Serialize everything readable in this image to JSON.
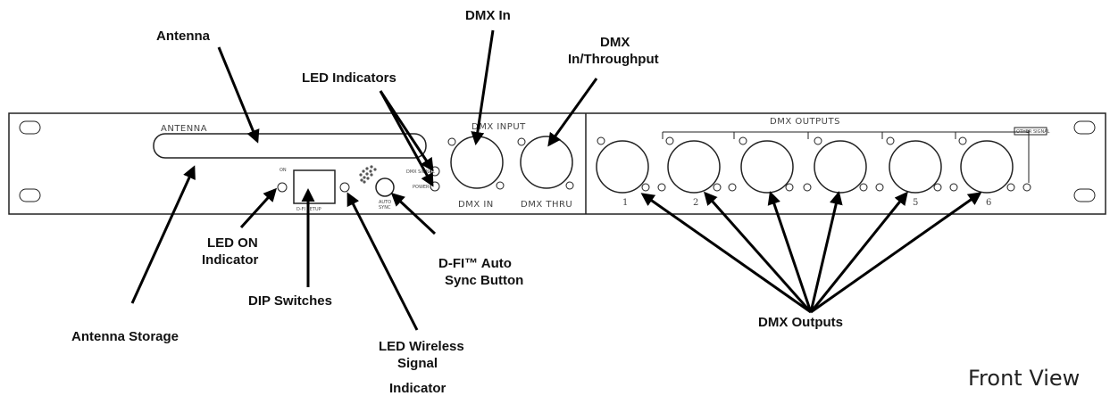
{
  "callouts": {
    "antenna": "Antenna",
    "dmx_in": "DMX In",
    "dmx_through_line1": "DMX",
    "dmx_through_line2": "In/Throughput",
    "led_indicators": "LED Indicators",
    "led_on_line1": "LED ON",
    "led_on_line2": "Indicator",
    "dfi_line1": "D-FI™ Auto",
    "dfi_line2": "Sync Button",
    "dip_switches": "DIP Switches",
    "antenna_storage": "Antenna Storage",
    "led_wireless_line1": "LED Wireless",
    "led_wireless_line2": "Signal",
    "led_wireless_line3": "Indicator",
    "dmx_outputs": "DMX Outputs"
  },
  "panel": {
    "antenna_label": "ANTENNA",
    "on_label": "ON",
    "dip_label": "D-FI SETUP",
    "dmx_signal_label": "DMX SIGNAL",
    "power_label": "POWER",
    "auto_sync_line1": "AUTO",
    "auto_sync_line2": "SYNC",
    "dmx_input_label": "DMX INPUT",
    "dmx_in_label": "DMX IN",
    "dmx_thru_label": "DMX THRU",
    "dmx_outputs_label": "DMX OUTPUTS",
    "other_signal_label": "OTHER SIGNAL",
    "output_numbers": [
      "1",
      "2",
      "5",
      "6"
    ]
  },
  "view_label": "Front View"
}
